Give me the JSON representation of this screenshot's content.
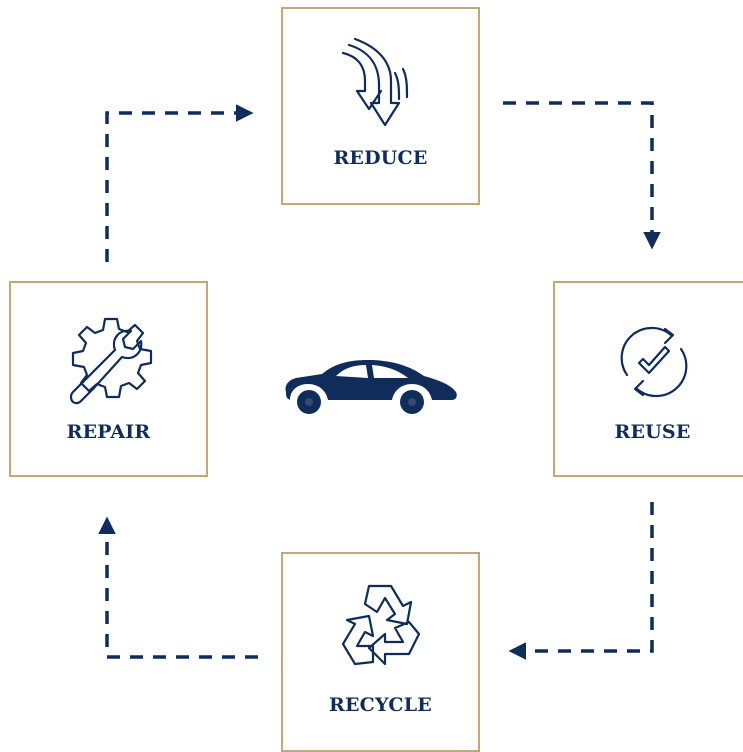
{
  "colors": {
    "navy": "#0f2c5b",
    "gold": "#c2a878"
  },
  "steps": {
    "reduce": {
      "label": "REDUCE",
      "icon": "downward-arrows-icon"
    },
    "reuse": {
      "label": "REUSE",
      "icon": "circular-check-icon"
    },
    "recycle": {
      "label": "RECYCLE",
      "icon": "recycle-icon"
    },
    "repair": {
      "label": "REPAIR",
      "icon": "gear-wrench-icon"
    }
  },
  "center": {
    "icon": "car-icon"
  }
}
